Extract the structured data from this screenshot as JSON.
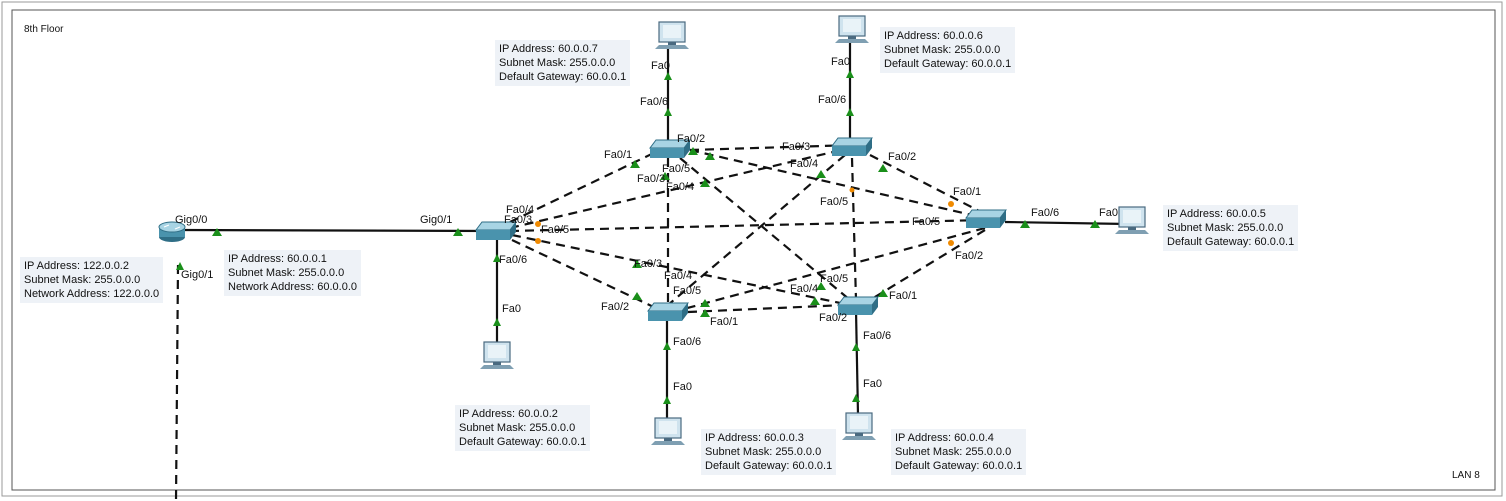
{
  "area": {
    "name": "8th Floor",
    "lan": "LAN 8"
  },
  "router": {
    "ports": {
      "gig00": "Gig0/0",
      "gig01": "Gig0/1"
    },
    "info": [
      "IP Address: 122.0.0.2",
      "Subnet Mask: 255.0.0.0",
      "Network Address: 122.0.0.0"
    ]
  },
  "uplink": {
    "port": "Gig0/1",
    "info": [
      "IP Address: 60.0.0.1",
      "Subnet Mask: 255.0.0.0",
      "Network Address: 60.0.0.0"
    ]
  },
  "switch_labels": {
    "left": [
      "Fa0/4",
      "Fa0/3",
      "Fa0/5",
      "Fa0/6"
    ],
    "topleft": [
      "Fa0/1",
      "Fa0/2",
      "Fa0/5",
      "Fa0/3",
      "Fa0/4",
      "Fa0/6"
    ],
    "topright": [
      "Fa0/3",
      "Fa0/4",
      "Fa0/2",
      "Fa0/5",
      "Fa0/6"
    ],
    "right": [
      "Fa0/1",
      "Fa0/5",
      "Fa0/2",
      "Fa0/6"
    ],
    "bottomleft": [
      "Fa0/3",
      "Fa0/4",
      "Fa0/5",
      "Fa0/2",
      "Fa0/1",
      "Fa0/6"
    ],
    "bottomright": [
      "Fa0/5",
      "Fa0/4",
      "Fa0/2",
      "Fa0/1",
      "Fa0/6"
    ]
  },
  "pc_port": "Fa0",
  "pcs": [
    {
      "id": "pc-60-0-0-7",
      "info": [
        "IP Address: 60.0.0.7",
        "Subnet Mask: 255.0.0.0",
        "Default Gateway: 60.0.0.1"
      ]
    },
    {
      "id": "pc-60-0-0-6",
      "info": [
        "IP Address: 60.0.0.6",
        "Subnet Mask: 255.0.0.0",
        "Default Gateway: 60.0.0.1"
      ]
    },
    {
      "id": "pc-60-0-0-5",
      "info": [
        "IP Address: 60.0.0.5",
        "Subnet Mask: 255.0.0.0",
        "Default Gateway: 60.0.0.1"
      ]
    },
    {
      "id": "pc-60-0-0-2",
      "info": [
        "IP Address: 60.0.0.2",
        "Subnet Mask: 255.0.0.0",
        "Default Gateway: 60.0.0.1"
      ]
    },
    {
      "id": "pc-60-0-0-3",
      "info": [
        "IP Address: 60.0.0.3",
        "Subnet Mask: 255.0.0.0",
        "Default Gateway: 60.0.0.1"
      ]
    },
    {
      "id": "pc-60-0-0-4",
      "info": [
        "IP Address: 60.0.0.4",
        "Subnet Mask: 255.0.0.0",
        "Default Gateway: 60.0.0.1"
      ]
    }
  ],
  "colors": {
    "link_up": "#1a8f1a",
    "link_blocked": "#f08a00",
    "switch": "#4a93ad",
    "cable": "#111111",
    "note_bg": "#eef2f7"
  }
}
